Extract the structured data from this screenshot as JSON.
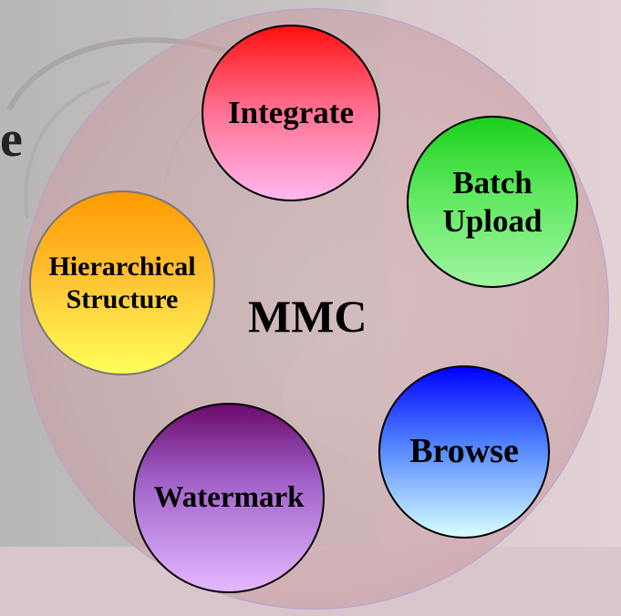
{
  "background": {
    "edge_letter": "e"
  },
  "diagram": {
    "center_label": "MMC",
    "nodes": [
      {
        "id": "integrate",
        "label": "Integrate",
        "color_top": "#ff0000",
        "color_bottom": "#ffb0e8"
      },
      {
        "id": "batch-upload",
        "label": "Batch\nUpload",
        "color_top": "#1ad21a",
        "color_bottom": "#90f590"
      },
      {
        "id": "browse",
        "label": "Browse",
        "color_top": "#0000ff",
        "color_bottom": "#d6ffff"
      },
      {
        "id": "watermark",
        "label": "Watermark",
        "color_top": "#6b0a6b",
        "color_bottom": "#e0b0ff"
      },
      {
        "id": "hierarchical-structure",
        "label": "Hierarchical\nStructure",
        "color_top": "#ff9900",
        "color_bottom": "#ffff55"
      }
    ]
  }
}
